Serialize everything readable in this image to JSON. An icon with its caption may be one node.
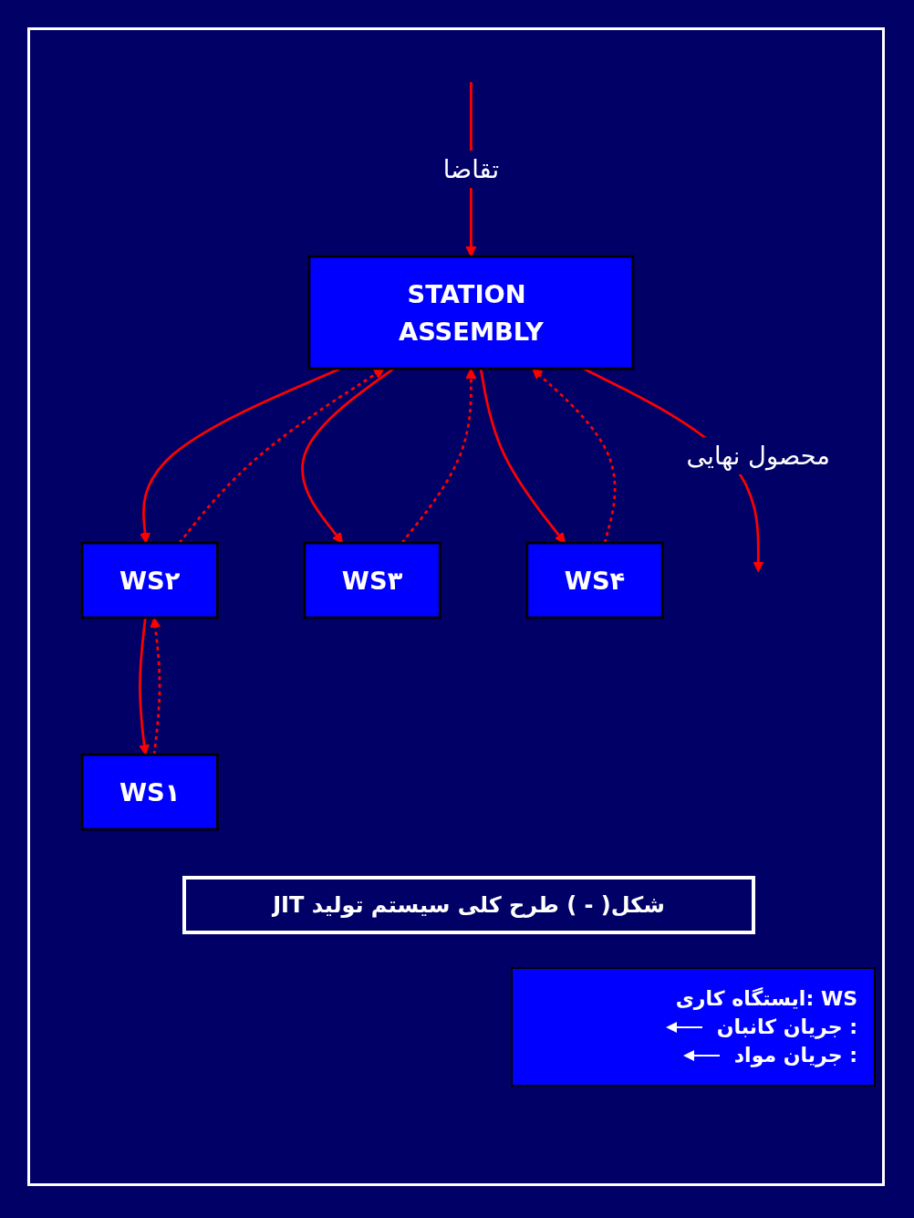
{
  "diagram": {
    "caption": "شکل( - ) طرح کلی سیستم تولید JIT",
    "nodes": [
      {
        "text": [
          "STATION ASSEMBLY"
        ]
      },
      {
        "text": [
          "WS۱"
        ]
      },
      {
        "text": [
          "WS۲"
        ]
      },
      {
        "text": [
          "WS۳"
        ]
      },
      {
        "text": [
          "WS۴"
        ]
      }
    ],
    "edges": [
      {
        "from": 0,
        "to": null,
        "arrow": "to",
        "label": "محصول نهایی"
      },
      {
        "from": null,
        "to": 0,
        "arrow": "to",
        "label": "تقاضا"
      },
      {
        "from": 0,
        "to": 2,
        "arrow": "to"
      },
      {
        "from": 2,
        "to": 1,
        "arrow": "to"
      },
      {
        "from": 1,
        "to": 2,
        "arrow": "to",
        "style": "dashed"
      },
      {
        "from": 2,
        "to": 0,
        "arrow": "to",
        "style": "dashed"
      },
      {
        "from": 0,
        "to": 3,
        "arrow": "to"
      },
      {
        "from": 3,
        "to": 0,
        "arrow": "to",
        "style": "dashed"
      },
      {
        "from": 0,
        "to": 4,
        "arrow": "to"
      },
      {
        "from": 4,
        "to": 0,
        "arrow": "to",
        "style": "dashed"
      }
    ],
    "legend": [
      {
        "text": "WS :ایستگاه کاری"
      },
      {
        "text": ": جریان کانبان"
      },
      {
        "text": ": جریان مواد"
      }
    ]
  }
}
